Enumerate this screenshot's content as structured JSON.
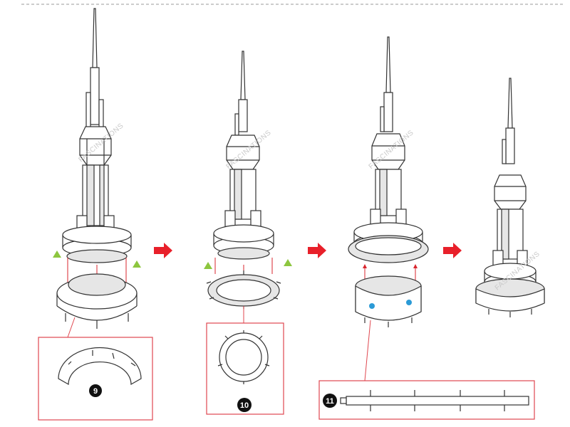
{
  "watermark": "FASCINATIONS",
  "parts": [
    {
      "id": "part-9",
      "number": "9"
    },
    {
      "id": "part-10",
      "number": "10"
    },
    {
      "id": "part-11",
      "number": "11"
    }
  ],
  "colors": {
    "arrow": "#e8202a",
    "callout_box": "#e0474f",
    "guide_line": "#d8262e",
    "align_triangle": "#8dc63f",
    "tab_dot": "#2b9ad6",
    "line": "#333333",
    "fill": "#ffffff",
    "shade": "#e6e6e6"
  }
}
